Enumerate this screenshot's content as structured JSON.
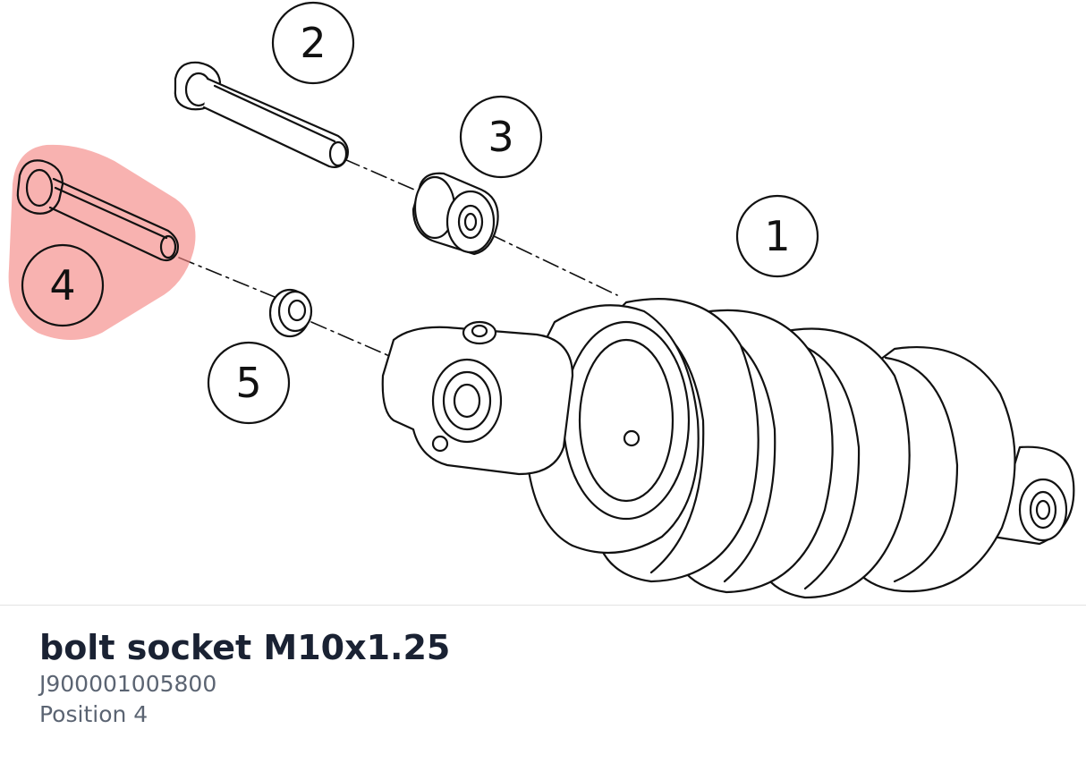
{
  "diagram": {
    "callouts": [
      {
        "label": "1"
      },
      {
        "label": "2"
      },
      {
        "label": "3"
      },
      {
        "label": "4"
      },
      {
        "label": "5"
      }
    ],
    "highlight_color": "#f4837f",
    "highlighted_position": "4"
  },
  "part": {
    "name": "bolt socket M10x1.25",
    "number": "J900001005800",
    "position": "Position 4"
  }
}
